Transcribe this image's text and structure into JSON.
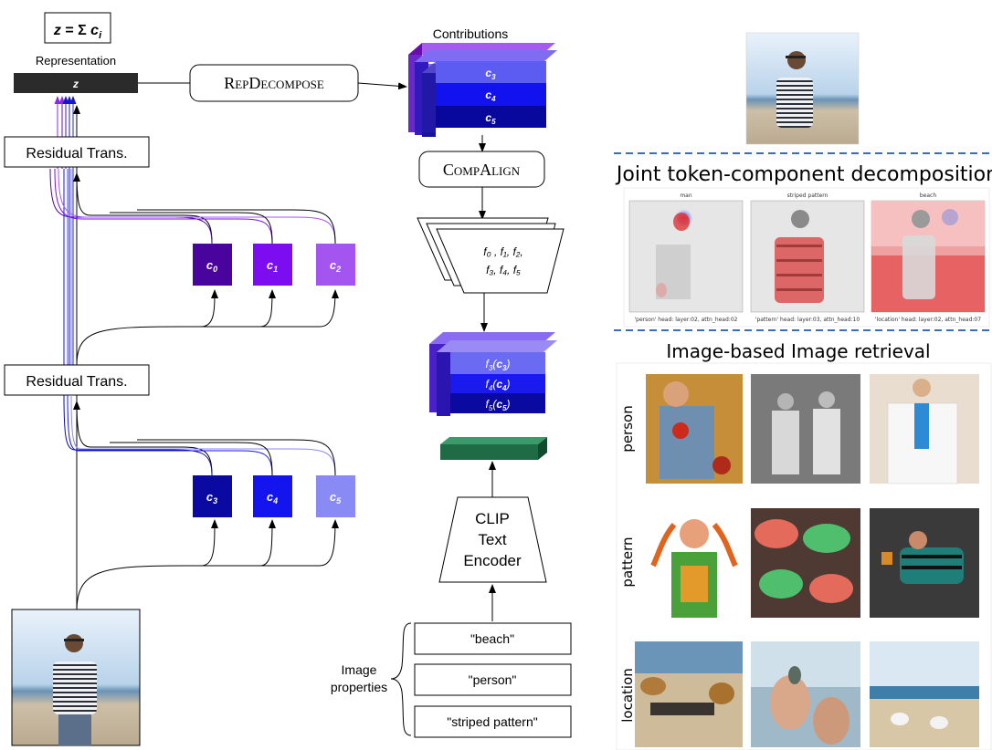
{
  "formula": {
    "lhs": "z",
    "eq": " = Σ ",
    "c": "c",
    "i": "i"
  },
  "representation_label": "Representation",
  "z_label": "z",
  "residual_labels": [
    "Residual Trans.",
    "Residual Trans."
  ],
  "components": [
    {
      "c": "c",
      "sub": "0",
      "color": "#4a049e"
    },
    {
      "c": "c",
      "sub": "1",
      "color": "#7b0df0"
    },
    {
      "c": "c",
      "sub": "2",
      "color": "#a455f0"
    },
    {
      "c": "c",
      "sub": "3",
      "color": "#0a0aa3"
    },
    {
      "c": "c",
      "sub": "4",
      "color": "#1414ee"
    },
    {
      "c": "c",
      "sub": "5",
      "color": "#8a8af5"
    }
  ],
  "repdecompose": {
    "cap1": "R",
    "rest1": "EP",
    "cap2": "D",
    "rest2": "ECOMPOSE"
  },
  "contributions_label": "Contributions",
  "stack1": [
    {
      "c": "c",
      "sub": "3",
      "color": "#5c5cf2"
    },
    {
      "c": "c",
      "sub": "4",
      "color": "#1212ee"
    },
    {
      "c": "c",
      "sub": "5",
      "color": "#08089c"
    }
  ],
  "compalign": {
    "cap1": "C",
    "rest1": "OMP",
    "cap2": "A",
    "rest2": "LIGN"
  },
  "f_text_line1": "f₀ , f₁, f₂,",
  "f_text_line2": "f₃, f₄, f₅",
  "stack2": [
    {
      "f": "f",
      "sub": "3",
      "c": "c",
      "csub": "3",
      "color": "#6a6af3"
    },
    {
      "f": "f",
      "sub": "4",
      "c": "c",
      "csub": "4",
      "color": "#1a1aee"
    },
    {
      "f": "f",
      "sub": "5",
      "c": "c",
      "csub": "5",
      "color": "#0a0aa0"
    }
  ],
  "embedding_color": "#1e6b45",
  "clip_lines": [
    "CLIP",
    "Text",
    "Encoder"
  ],
  "image_properties_label": [
    "Image",
    "properties"
  ],
  "properties": [
    "\"beach\"",
    "\"person\"",
    "\"striped pattern\""
  ],
  "right": {
    "joint_title": "Joint token-component decomposition",
    "heatmaps": [
      {
        "title": "man",
        "caption": "'person' head: layer:02, attn_head:02"
      },
      {
        "title": "striped pattern",
        "caption": "'pattern' head: layer:03, attn_head:10"
      },
      {
        "title": "beach",
        "caption": "'location' head: layer:02, attn_head:07"
      }
    ],
    "retrieval_title": "Image-based Image retrieval",
    "rows": [
      "person",
      "pattern",
      "location"
    ]
  }
}
